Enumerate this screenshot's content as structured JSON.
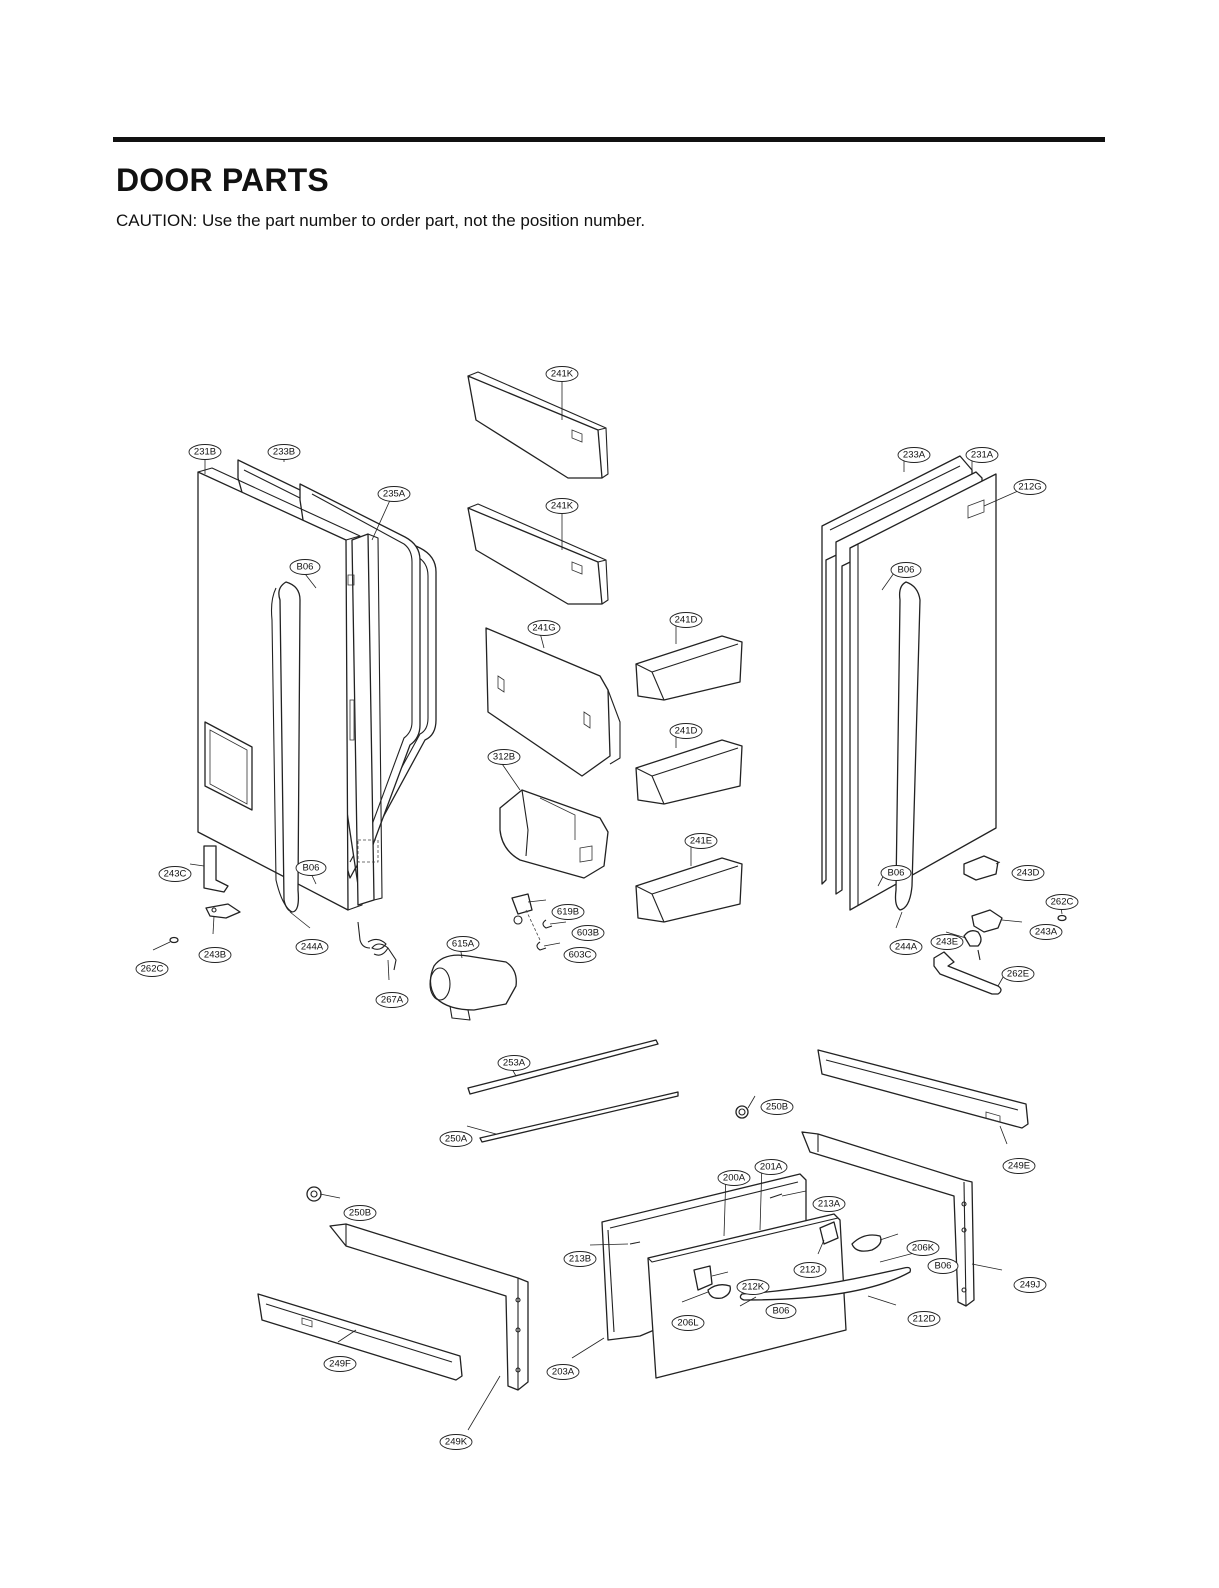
{
  "header": {
    "title": "DOOR PARTS",
    "caution": "CAUTION: Use the part number to order part, not the position number."
  },
  "callouts": {
    "c241K_top": "241K",
    "c241K_mid": "241K",
    "c231B": "231B",
    "c233B": "233B",
    "c235A": "235A",
    "c233A": "233A",
    "c231A": "231A",
    "c212G": "212G",
    "c06_left_top": "B06",
    "c06_right_top": "B06",
    "c241G": "241G",
    "c241D_1": "241D",
    "c241D_2": "241D",
    "c312B": "312B",
    "c241E": "241E",
    "c243C": "243C",
    "c06_left_bottom": "B06",
    "c06_right_bottom": "B06",
    "c243D": "243D",
    "c262C_right": "262C",
    "c619B": "619B",
    "c603B": "603B",
    "c603C": "603C",
    "c615A": "615A",
    "c243B": "243B",
    "c244A_left": "244A",
    "c262C_left": "262C",
    "c267A": "267A",
    "c244A_right": "244A",
    "c243E": "243E",
    "c243A": "243A",
    "c262E": "262E",
    "c253A": "253A",
    "c250B_right": "250B",
    "c250A": "250A",
    "c249E": "249E",
    "c200A": "200A",
    "c201A": "201A",
    "c213A": "213A",
    "c250B_left": "250B",
    "c213B": "213B",
    "c206K": "206K",
    "c212J": "212J",
    "c06_drawer": "B06",
    "c212K": "212K",
    "c06_handle": "B06",
    "c249J": "249J",
    "c206L": "206L",
    "c212D": "212D",
    "c203A": "203A",
    "c249F": "249F",
    "c249K": "249K"
  }
}
